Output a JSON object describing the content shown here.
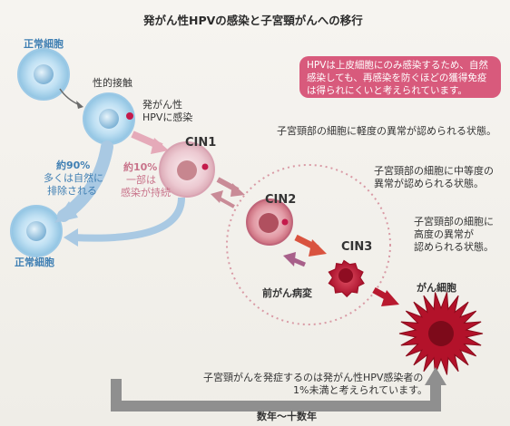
{
  "title": "発がん性HPVの感染と子宮頸がんへの移行",
  "labels": {
    "normal_cell_top": "正常細胞",
    "sexual_contact": "性的接触",
    "infected_line1": "発がん性",
    "infected_line2": "HPVに感染",
    "cin1": "CIN1",
    "cin2": "CIN2",
    "cin3": "CIN3",
    "precancer": "前がん病変",
    "cancer_cell": "がん細胞",
    "normal_cell_bottom": "正常細胞",
    "duration": "数年〜十数年"
  },
  "notes": {
    "pink_box_line1": "HPVは上皮細胞にのみ感染するため、自然",
    "pink_box_line2": "感染しても、再感染を防ぐほどの獲得免疫",
    "pink_box_line3": "は得られにくいと考えられています。",
    "cin1_desc": "子宮頸部の細胞に軽度の異常が認められる状態。",
    "cin2_desc_1": "子宮頸部の細胞に中等度の",
    "cin2_desc_2": "異常が認められる状態。",
    "cin3_desc_1": "子宮頸部の細胞に",
    "cin3_desc_2": "高度の異常が",
    "cin3_desc_3": "認められる状態。",
    "bottom_1": "子宮頸がんを発症するのは発がん性HPV感染者の",
    "bottom_2": "1%未満と考えられています。"
  },
  "stats": {
    "cleared_pct": "約90%",
    "cleared_1": "多くは自然に",
    "cleared_2": "排除される",
    "persist_pct": "約10%",
    "persist_1": "一部は",
    "persist_2": "感染が持続"
  },
  "colors": {
    "blue_arrow": "#a9c9e3",
    "pink_box": "#d85a7c",
    "red_arrow": "#d9533f",
    "cancer": "#b3122a"
  }
}
